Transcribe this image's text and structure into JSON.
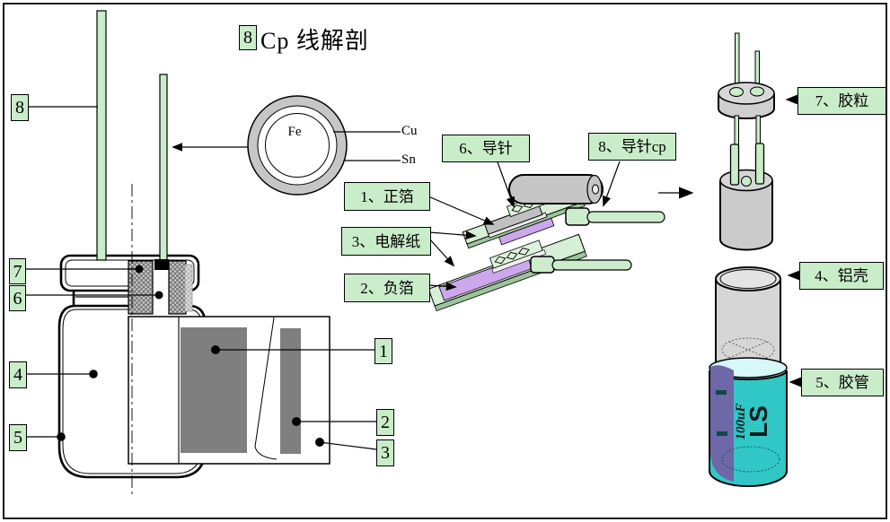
{
  "diagram_title": {
    "badge": "8",
    "text": "Cp 线解剖"
  },
  "wire_cross_section": {
    "core": "Fe",
    "plating_mid": "Cu",
    "plating_outer": "Sn"
  },
  "callouts": {
    "positive_foil": "1、正箔",
    "electrolytic_paper": "3、电解纸",
    "negative_foil": "2、负箔",
    "lead_pin": "6、导针",
    "lead_pin_cp": "8、导针cp",
    "rubber_plug": "7、胶粒",
    "aluminum_case": "4、铝壳",
    "rubber_tube": "5、胶管"
  },
  "number_tags": {
    "lead_wire": "8",
    "plug": "7",
    "pin": "6",
    "case": "4",
    "tube": "5",
    "positive_foil": "1",
    "negative_foil": "2",
    "paper": "3"
  },
  "sleeve_print": {
    "capacitance": "100uF",
    "series": "LS"
  },
  "colors": {
    "label_green": "#c9ecc9",
    "board_green": "#d6efd6",
    "paper_purple": "#cda7ec",
    "foil_gray": "#7f7f7f",
    "metal_gray": "#c6c6c6",
    "sleeve_teal": "#31c7c7",
    "sleeve_stripe_purple": "#6e67a8",
    "sleeve_collar": "#d8f7f7"
  }
}
